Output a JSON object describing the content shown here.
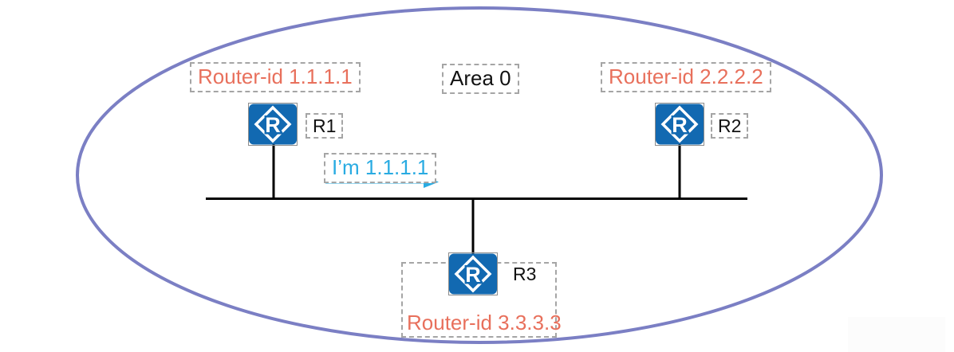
{
  "diagram_type": "ospf-network-topology",
  "area": {
    "label": "Area 0"
  },
  "routers": [
    {
      "name": "R1",
      "router_id": "Router-id 1.1.1.1"
    },
    {
      "name": "R2",
      "router_id": "Router-id 2.2.2.2"
    },
    {
      "name": "R3",
      "router_id": "Router-id 3.3.3.3"
    }
  ],
  "hello_message": {
    "text": "I’m 1.1.1.1",
    "direction": "right"
  },
  "icons": {
    "router_glyph": "R"
  },
  "colors": {
    "ellipse_stroke": "#7B7FC4",
    "router_fill": "#1269B1",
    "router_id_text": "#E8705C",
    "hello_text": "#29ABE2",
    "link_line": "#000000",
    "label_border": "#A5A5A5"
  }
}
